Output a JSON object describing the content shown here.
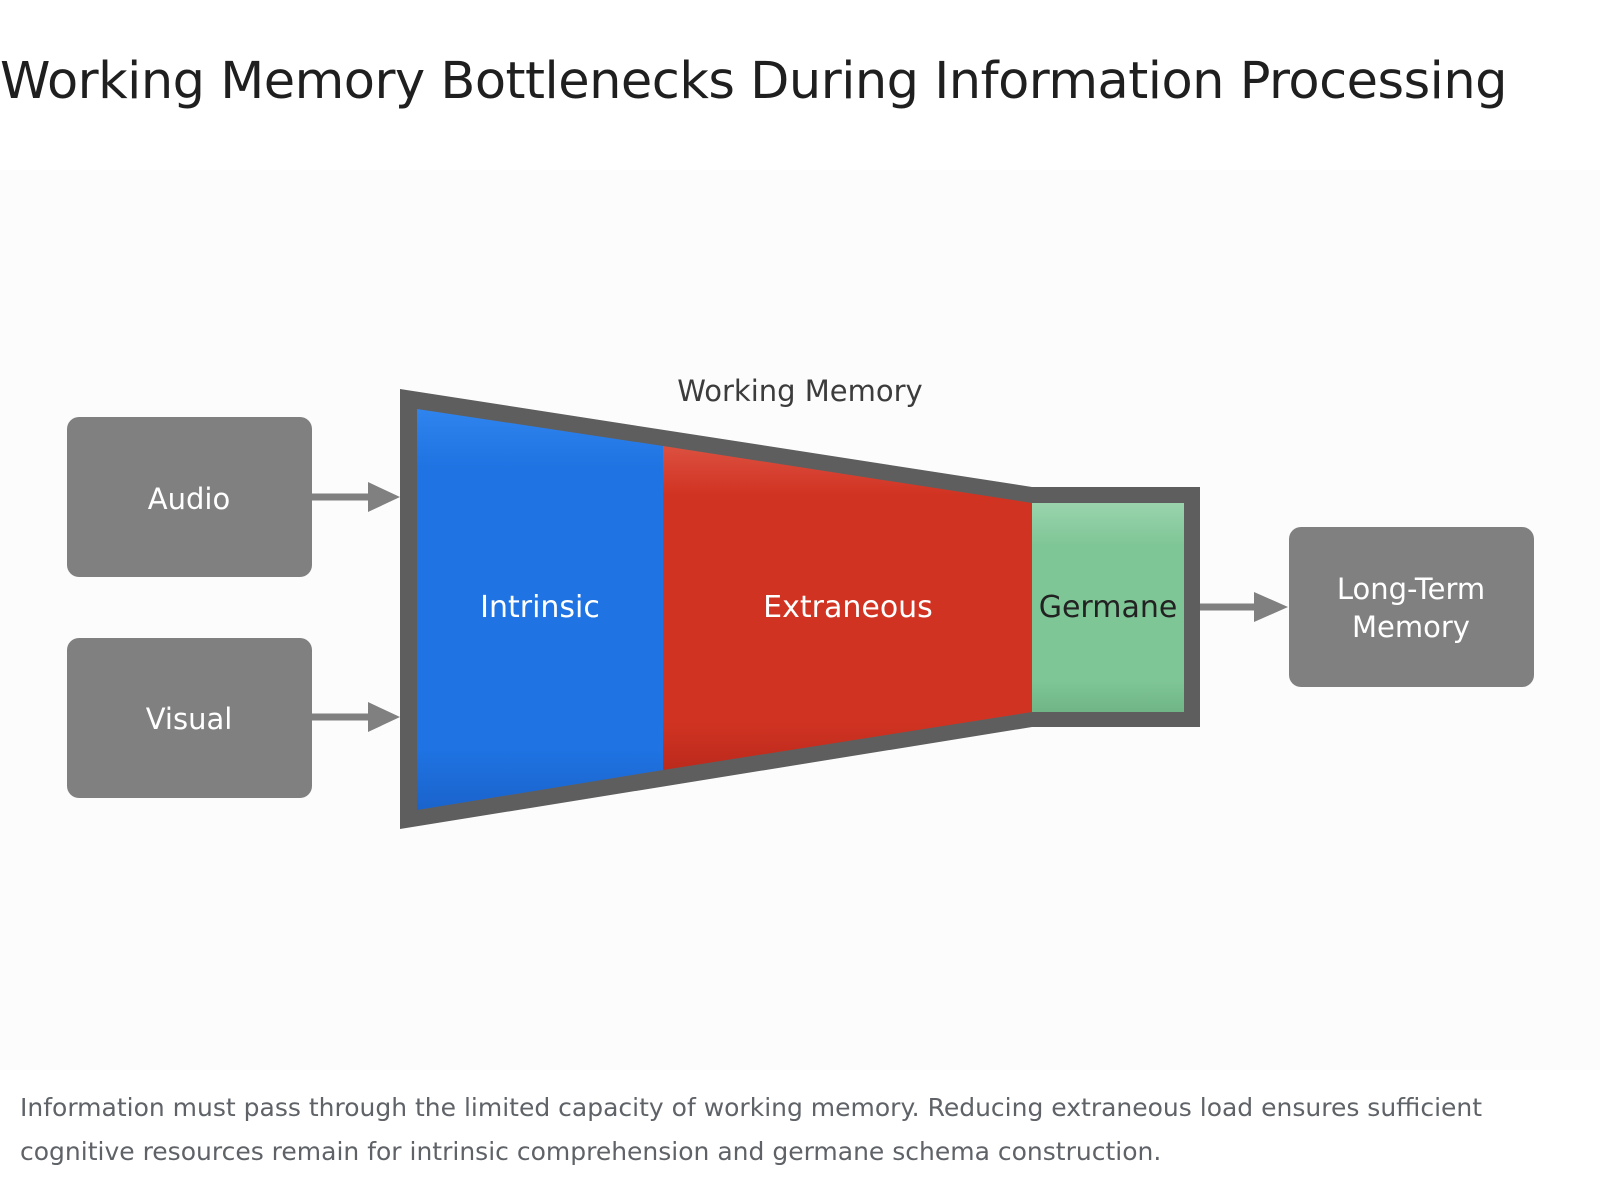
{
  "title": "Working Memory Bottlenecks During Information Processing",
  "diagram": {
    "inputs": [
      {
        "label": "Audio"
      },
      {
        "label": "Visual"
      }
    ],
    "working_memory_label": "Working Memory",
    "segments": [
      {
        "label": "Intrinsic",
        "color": "#1f73e2"
      },
      {
        "label": "Extraneous",
        "color": "#d13322"
      },
      {
        "label": "Germane",
        "color": "#7fc696"
      }
    ],
    "output": {
      "label_line1": "Long-Term",
      "label_line2": "Memory"
    },
    "colors": {
      "box": "#808080",
      "frame": "#5e5e5e",
      "arrow": "#808080"
    }
  },
  "caption": "Information must pass through the limited capacity of working memory. Reducing extraneous load ensures sufficient cognitive resources remain for intrinsic comprehension and germane schema construction."
}
